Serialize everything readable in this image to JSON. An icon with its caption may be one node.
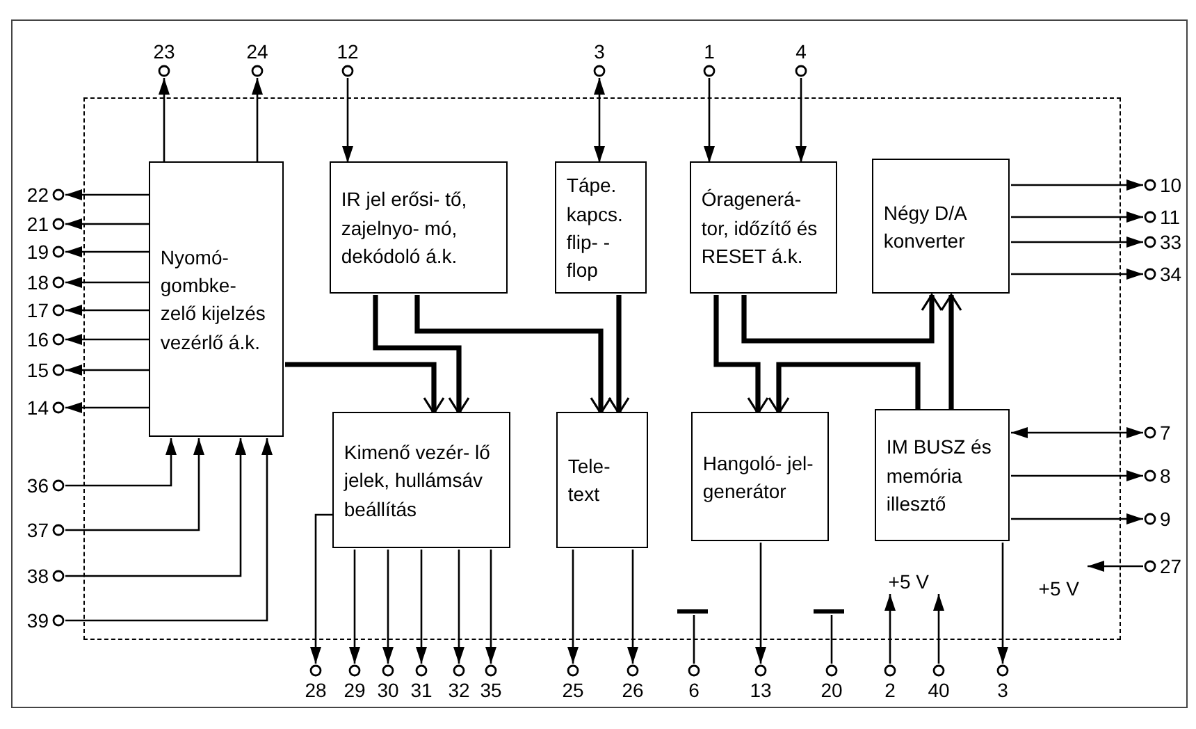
{
  "diagram": {
    "nodes": [
      {
        "text": [],
        "shape": "box"
      },
      {
        "text": [
          "Nyomó- gombke- zelő kijelzés vezérlő á.k."
        ],
        "in": 0
      },
      {
        "text": [
          "IR jel erősi- tő, zajelnyo- mó, dekódoló á.k."
        ],
        "in": 0
      },
      {
        "text": [
          "Tápe. kapcs. flip- -flop"
        ],
        "in": 0
      },
      {
        "text": [
          "Óragenerá- tor, időzítő és RESET á.k."
        ],
        "in": 0
      },
      {
        "text": [
          "Négy D/A konverter"
        ],
        "in": 0
      },
      {
        "text": [
          "Kimenő vezér- lő jelek, hullámsáv beállítás"
        ],
        "in": 0
      },
      {
        "text": [
          "Tele- text"
        ],
        "in": 0
      },
      {
        "text": [
          "Hangoló- jel- generátor"
        ],
        "in": 0
      },
      {
        "text": [
          "IM BUSZ és memória illesztő"
        ],
        "in": 0
      },
      {
        "text": [
          "23"
        ]
      },
      {
        "text": [
          "24"
        ]
      },
      {
        "text": [
          "12"
        ]
      },
      {
        "text": [
          "3"
        ]
      },
      {
        "text": [
          "1"
        ]
      },
      {
        "text": [
          "4"
        ]
      },
      {
        "text": [
          "22"
        ]
      },
      {
        "text": [
          "21"
        ]
      },
      {
        "text": [
          "19"
        ]
      },
      {
        "text": [
          "18"
        ]
      },
      {
        "text": [
          "17"
        ]
      },
      {
        "text": [
          "16"
        ]
      },
      {
        "text": [
          "15"
        ]
      },
      {
        "text": [
          "14"
        ]
      },
      {
        "text": [
          "10"
        ]
      },
      {
        "text": [
          "11"
        ]
      },
      {
        "text": [
          "33"
        ]
      },
      {
        "text": [
          "34"
        ]
      },
      {
        "text": [
          "36"
        ]
      },
      {
        "text": [
          "37"
        ]
      },
      {
        "text": [
          "38"
        ]
      },
      {
        "text": [
          "39"
        ]
      },
      {
        "text": [
          "7"
        ]
      },
      {
        "text": [
          "8"
        ]
      },
      {
        "text": [
          "9"
        ]
      },
      {
        "text": [
          "27"
        ]
      },
      {
        "text": [
          "28"
        ]
      },
      {
        "text": [
          "29"
        ]
      },
      {
        "text": [
          "30"
        ]
      },
      {
        "text": [
          "31"
        ]
      },
      {
        "text": [
          "32"
        ]
      },
      {
        "text": [
          "35"
        ]
      },
      {
        "text": [
          "25"
        ]
      },
      {
        "text": [
          "26"
        ]
      },
      {
        "text": [
          "6"
        ]
      },
      {
        "text": [
          "13"
        ]
      },
      {
        "text": [
          "20"
        ]
      },
      {
        "text": [
          "2"
        ]
      },
      {
        "text": [
          "40"
        ]
      },
      {
        "text": [
          "3"
        ]
      },
      {
        "text": [],
        "shape": "bar",
        "in": 0
      },
      {
        "text": [],
        "shape": "bar",
        "in": 0
      },
      {
        "text": [
          "+5 V"
        ],
        "in": 0
      },
      {
        "text": [
          "+5 V"
        ],
        "in": 0
      }
    ],
    "edges": [
      {
        "from": 1,
        "to": 10,
        "arrow": "to"
      },
      {
        "from": 1,
        "to": 11,
        "arrow": "to"
      },
      {
        "from": 12,
        "to": 2,
        "arrow": "to"
      },
      {
        "from": 3,
        "to": 13,
        "arrow": "both"
      },
      {
        "from": 14,
        "to": 4,
        "arrow": "to"
      },
      {
        "from": 15,
        "to": 4,
        "arrow": "to"
      },
      {
        "from": 1,
        "to": 16,
        "arrow": "to"
      },
      {
        "from": 1,
        "to": 17,
        "arrow": "to"
      },
      {
        "from": 1,
        "to": 18,
        "arrow": "to"
      },
      {
        "from": 1,
        "to": 19,
        "arrow": "to"
      },
      {
        "from": 1,
        "to": 20,
        "arrow": "to"
      },
      {
        "from": 1,
        "to": 21,
        "arrow": "to"
      },
      {
        "from": 1,
        "to": 22,
        "arrow": "to"
      },
      {
        "from": 1,
        "to": 23,
        "arrow": "to"
      },
      {
        "from": 5,
        "to": 24,
        "arrow": "to"
      },
      {
        "from": 5,
        "to": 25,
        "arrow": "to"
      },
      {
        "from": 5,
        "to": 26,
        "arrow": "to"
      },
      {
        "from": 5,
        "to": 27,
        "arrow": "to"
      },
      {
        "from": 28,
        "to": 1,
        "arrow": "to"
      },
      {
        "from": 29,
        "to": 1,
        "arrow": "to"
      },
      {
        "from": 30,
        "to": 1,
        "arrow": "to"
      },
      {
        "from": 31,
        "to": 1,
        "arrow": "to"
      },
      {
        "from": 9,
        "to": 32,
        "arrow": "both"
      },
      {
        "from": 9,
        "to": 33,
        "arrow": "to"
      },
      {
        "from": 9,
        "to": 34,
        "arrow": "to"
      },
      {
        "from": 35,
        "to": 53,
        "arrow": "to"
      },
      {
        "from": 6,
        "to": 36,
        "arrow": "to"
      },
      {
        "from": 6,
        "to": 37,
        "arrow": "to"
      },
      {
        "from": 6,
        "to": 38,
        "arrow": "to"
      },
      {
        "from": 6,
        "to": 39,
        "arrow": "to"
      },
      {
        "from": 6,
        "to": 40,
        "arrow": "to"
      },
      {
        "from": 6,
        "to": 41,
        "arrow": "to"
      },
      {
        "from": 7,
        "to": 42,
        "arrow": "to"
      },
      {
        "from": 7,
        "to": 43,
        "arrow": "to"
      },
      {
        "from": 44,
        "to": 50,
        "arrow": "none"
      },
      {
        "from": 8,
        "to": 45,
        "arrow": "to"
      },
      {
        "from": 46,
        "to": 51,
        "arrow": "none"
      },
      {
        "from": 47,
        "to": 52,
        "arrow": "to"
      },
      {
        "from": 48,
        "to": 52,
        "arrow": "to"
      },
      {
        "from": 9,
        "to": 49,
        "arrow": "to"
      },
      {
        "from": 1,
        "to": 6,
        "arrow": "to",
        "style": "thick"
      },
      {
        "from": 2,
        "to": 6,
        "arrow": "to",
        "style": "thick"
      },
      {
        "from": 2,
        "to": 7,
        "arrow": "to",
        "style": "thick"
      },
      {
        "from": 3,
        "to": 7,
        "arrow": "to",
        "style": "thick"
      },
      {
        "from": 4,
        "to": 8,
        "arrow": "to",
        "style": "thick"
      },
      {
        "from": 4,
        "to": 5,
        "arrow": "to",
        "style": "thick"
      },
      {
        "from": 9,
        "to": 8,
        "arrow": "to",
        "style": "thick"
      },
      {
        "from": 9,
        "to": 5,
        "arrow": "to",
        "style": "thick"
      }
    ]
  }
}
